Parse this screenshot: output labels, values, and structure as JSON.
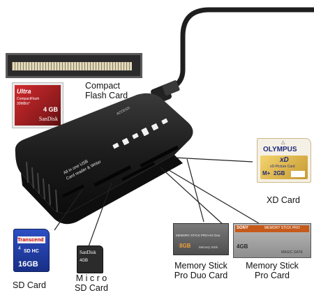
{
  "labels": {
    "cf_line1": "Compact",
    "cf_line2": "Flash Card",
    "xd": "XD Card",
    "sd": "SD Card",
    "micro_line1": "M i c r o",
    "micro_line2": "SD Card",
    "ms_duo_line1": "Memory Stick",
    "ms_duo_line2": "Pro Duo Card",
    "ms_pro_line1": "Memory Stick",
    "ms_pro_line2": "Pro Card"
  },
  "reader": {
    "access": "ACCESS",
    "line1": "All in one USB",
    "line2": "Card reader & Writer"
  },
  "cards": {
    "cf": {
      "brand": "Ultra",
      "type": "CompactFlash",
      "speed": "30MB/s*",
      "capacity": "4 GB",
      "maker": "SanDisk"
    },
    "xd": {
      "brand": "OLYMPUS",
      "logo": "xD",
      "sub": "xD-Picture Card",
      "type": "M+",
      "capacity": "2GB"
    },
    "sd": {
      "brand": "Transcend",
      "class": "4",
      "logo": "SD HC",
      "capacity": "16GB"
    },
    "micro": {
      "brand": "SanDisk",
      "capacity": "4GB"
    },
    "ms_duo": {
      "name": "MEMORY STICK PRO-HG Duo",
      "capacity": "8GB",
      "maker": "Memory Stick"
    },
    "ms_pro": {
      "brand": "SONY",
      "name": "MEMORY STICK PRO",
      "capacity": "4GB",
      "maker": "MAGIC GATE"
    }
  },
  "colors": {
    "reader_body": "#1a1a1a",
    "sd_blue": "#1f3fa8",
    "cf_red": "#c8262b",
    "xd_gold": "#e8b84a"
  }
}
